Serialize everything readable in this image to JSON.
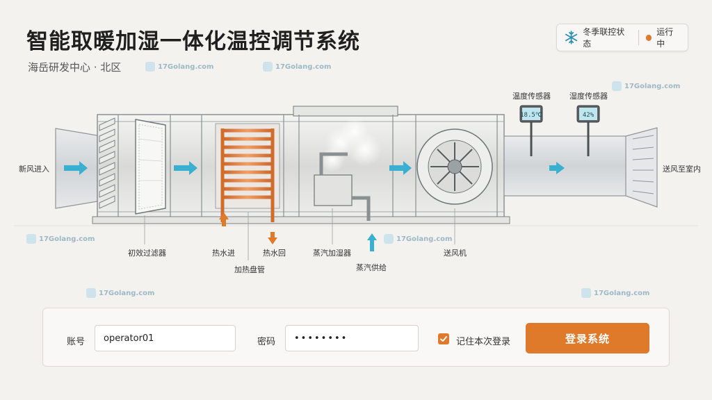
{
  "header": {
    "title": "智能取暖加湿一体化温控调节系统",
    "subtitle": "海岳研发中心 · 北区"
  },
  "status": {
    "season_mode": "冬季联控状态",
    "run_state": "运行中",
    "mode_icon": "snowflake-icon",
    "accent_color": "#e07a2b"
  },
  "watermark": "17Golang.com",
  "diagram": {
    "labels": {
      "fresh_air_in": "新风进入",
      "supply_to_room": "送风至室内",
      "primary_filter": "初效过滤器",
      "hot_water_in": "热水进",
      "hot_water_return": "热水回",
      "heating_coil": "加热盘管",
      "steam_humidifier": "蒸汽加湿器",
      "steam_supply": "蒸汽供给",
      "supply_fan": "送风机",
      "temp_sensor": "温度传感器",
      "humidity_sensor": "湿度传感器"
    },
    "readings": {
      "temperature": "18.5℃",
      "humidity": "42%"
    }
  },
  "login": {
    "account_label": "账号",
    "account_value": "operator01",
    "password_label": "密码",
    "password_value": "passw0rd",
    "remember_label": "记住本次登录",
    "remember_checked": true,
    "submit_label": "登录系统"
  }
}
